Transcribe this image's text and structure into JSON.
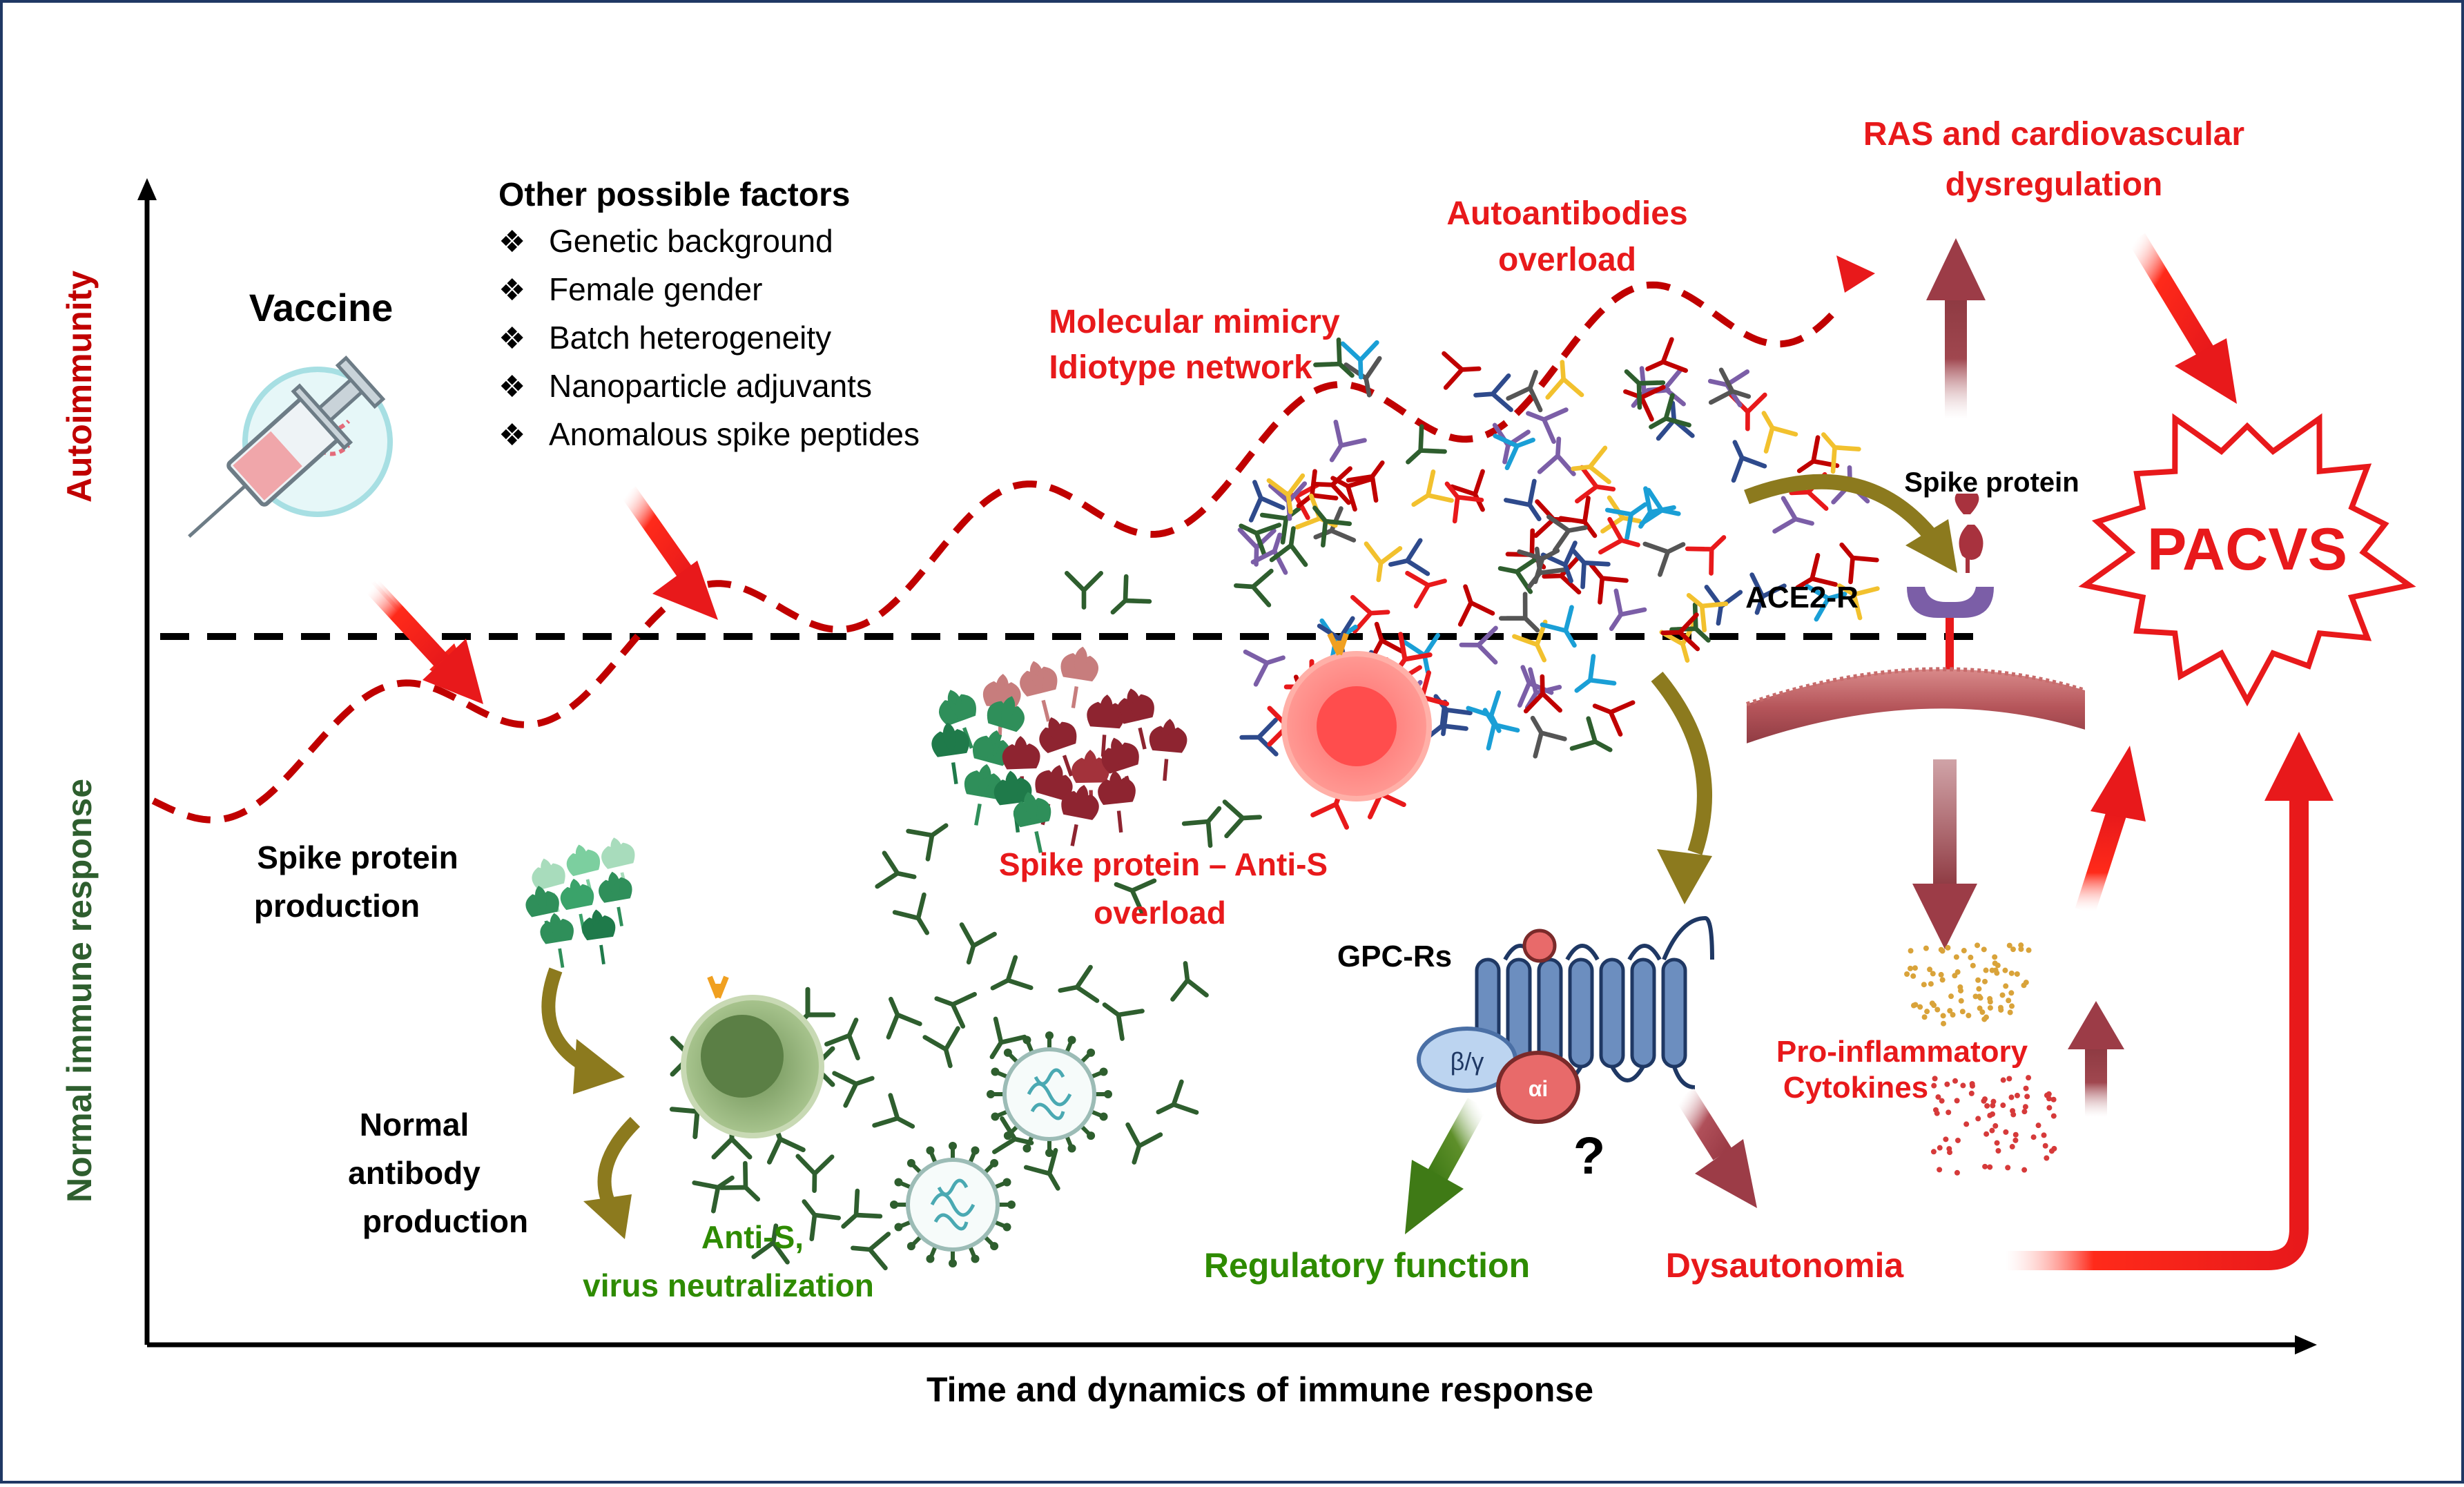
{
  "axes": {
    "y_top_label": "Autoimmunity",
    "y_bottom_label": "Normal immune  response",
    "x_label": "Time and dynamics of immune response"
  },
  "labels": {
    "vaccine": "Vaccine",
    "factors_title": "Other possible factors",
    "factors": [
      "Genetic background",
      "Female gender",
      "Batch heterogeneity",
      "Nanoparticle adjuvants",
      "Anomalous spike peptides"
    ],
    "molecular_mimicry": [
      "Molecular mimicry",
      "Idiotype network"
    ],
    "autoantibodies": [
      "Autoantibodies",
      "overload"
    ],
    "ras": [
      "RAS and cardiovascular",
      "dysregulation"
    ],
    "spike_protein_receptor": "Spike protein",
    "ace2": "ACE2-R",
    "pacvs": "PACVS",
    "spike_production": [
      "Spike protein",
      "production"
    ],
    "normal_antibody": [
      "Normal",
      "antibody",
      "production"
    ],
    "anti_s_neutralization": [
      "Anti-S,",
      "virus neutralization"
    ],
    "spike_anti_s_overload": [
      "Spike protein – Anti-S",
      "overload"
    ],
    "gpc_rs": "GPC-Rs",
    "beta_gamma": "β/γ",
    "alpha_i": "αi",
    "question": "?",
    "regulatory": "Regulatory function",
    "dysautonomia": "Dysautonomia",
    "cytokines": [
      "Pro-inflammatory",
      "Cytokines"
    ]
  },
  "colors": {
    "red": "#e8191b",
    "dark_red": "#c00000",
    "green": "#2e8b00",
    "dark_green": "#2e5e2e",
    "olive": "#8c7a1e",
    "brown_red": "#a0474f",
    "receptor_blue": "#6c8ebf",
    "membrane": "#b5555a",
    "ace2_purple": "#7b5ea7"
  }
}
